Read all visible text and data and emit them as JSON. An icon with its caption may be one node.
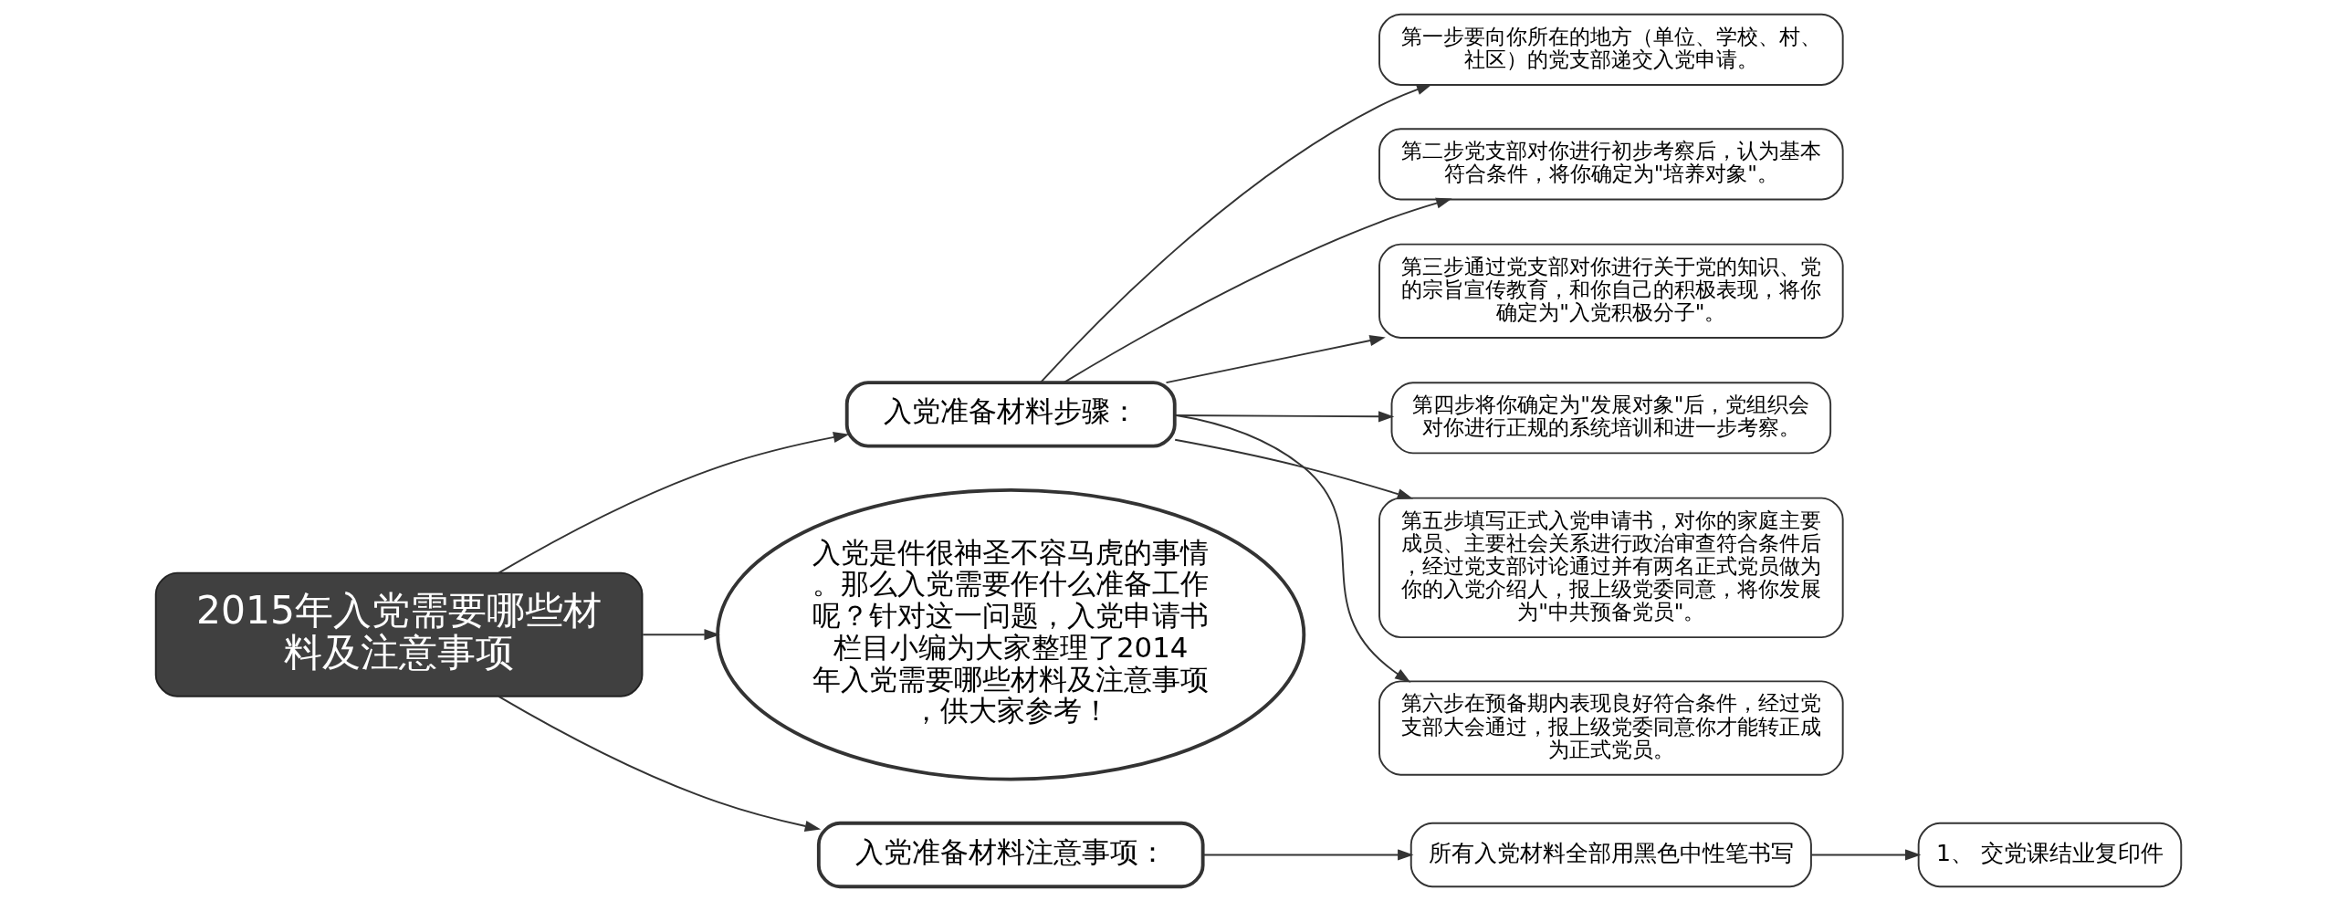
{
  "diagram": {
    "nodes": [
      {
        "text": [
          "2015年入党需要哪些材料及注意事项"
        ]
      },
      {
        "text": [
          "入党准备材料步骤："
        ]
      },
      {
        "text": [
          "第一步要向你所在的地方（单位、学校、村、社区）的党支部递交入党申请。"
        ]
      },
      {
        "text": [
          "第二步党支部对你进行初步考察后，认为基本符合条件，将你确定为\"培养对象\"。"
        ]
      },
      {
        "text": [
          "第三步通过党支部对你进行关于党的知识、党的宗旨宣传教育，和你自己的积极表现，将你确定为\"入党积极分子\"。"
        ]
      },
      {
        "text": [
          "第四步将你确定为\"发展对象\"后，党组织会对你进行正规的系统培训和进一步考察。"
        ]
      },
      {
        "text": [
          "第五步填写正式入党申请书，对你的家庭主要成员、主要社会关系进行政治审查符合条件后，经过党支部讨论通过并有两名正式党员做为你的入党介绍人，报上级党委同意，将你发展为\"中共预备党员\"。"
        ]
      },
      {
        "text": [
          "第六步在预备期内表现良好符合条件，经过党支部大会通过，报上级党委同意你才能转正成为正式党员。"
        ]
      },
      {
        "text": [
          "入党是件很神圣不容马虎的事情。那么入党需要作什么准备工作呢？针对这一问题，入党申请书栏目小编为大家整理了2014年入党需要哪些材料及注意事项，供大家参考！"
        ]
      },
      {
        "text": [
          "入党准备材料注意事项："
        ]
      },
      {
        "text": [
          "所有入党材料全部用黑色中性笔书写"
        ]
      },
      {
        "text": [
          "1、 交党课结业复印件"
        ]
      }
    ],
    "edges": [
      {
        "from": 0,
        "to": 1,
        "arrow": "to"
      },
      {
        "from": 1,
        "to": 2,
        "arrow": "to"
      },
      {
        "from": 1,
        "to": 3,
        "arrow": "to"
      },
      {
        "from": 1,
        "to": 4,
        "arrow": "to"
      },
      {
        "from": 1,
        "to": 5,
        "arrow": "to"
      },
      {
        "from": 1,
        "to": 6,
        "arrow": "to"
      },
      {
        "from": 1,
        "to": 7,
        "arrow": "to"
      },
      {
        "from": 0,
        "to": 8,
        "arrow": "to"
      },
      {
        "from": 0,
        "to": 9,
        "arrow": "to"
      },
      {
        "from": 9,
        "to": 10,
        "arrow": "to"
      },
      {
        "from": 10,
        "to": 11,
        "arrow": "to"
      }
    ]
  }
}
